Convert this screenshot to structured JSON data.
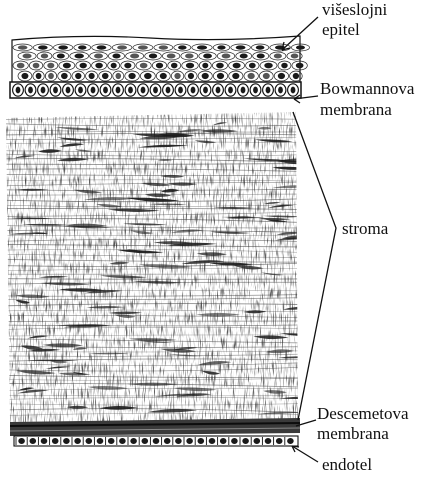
{
  "labels": {
    "epithelium_1": "višeslojni",
    "epithelium_2": "epitel",
    "bowman_1": "Bowmannova",
    "bowman_2": "membrana",
    "stroma": "stroma",
    "descemet_1": "Descemetova",
    "descemet_2": "membrana",
    "endothelium": "endotel"
  },
  "colors": {
    "ink": "#111111",
    "tissue_dark": "#1a1a1a",
    "tissue_mid": "#555555",
    "background": "#ffffff"
  }
}
